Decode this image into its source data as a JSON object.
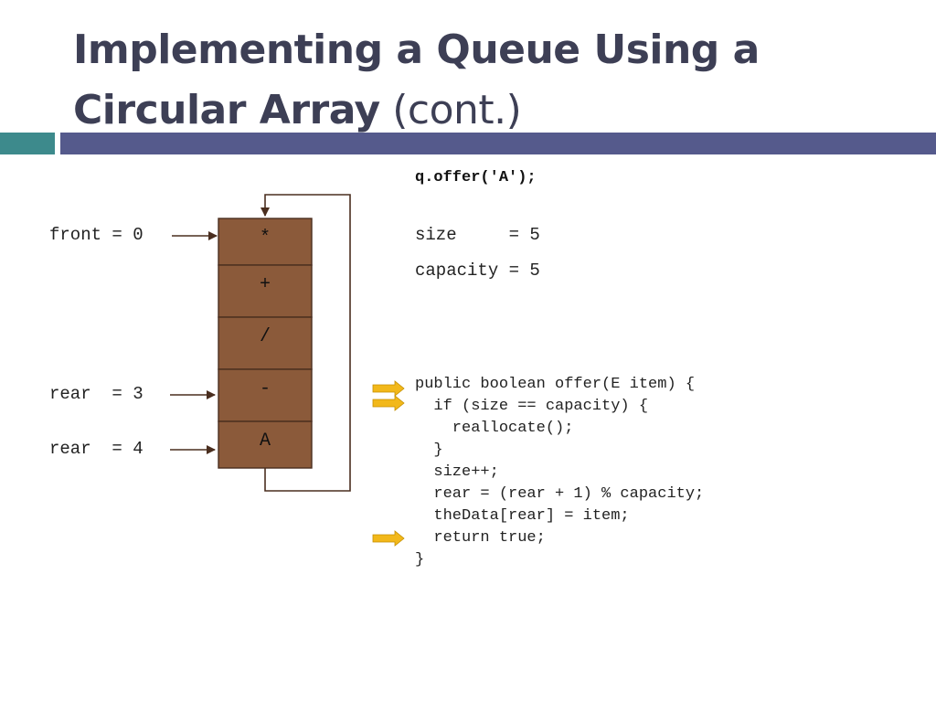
{
  "slide": {
    "title_bold_line1": "Implementing a Queue Using a",
    "title_bold_line2": "Circular Array",
    "title_suffix": " (cont.)",
    "teal": "#3d8a8c",
    "purple": "#555a8c"
  },
  "diagram": {
    "cells": [
      "*",
      "+",
      "/",
      "-",
      "A"
    ],
    "cell_color": "#8b5a3a",
    "pointer_labels": {
      "front": "front = 0",
      "rear_old": "rear  = 3",
      "rear_new": "rear  = 4"
    }
  },
  "operation": "q.offer('A');",
  "state": {
    "size": "size     = 5",
    "capacity": "capacity = 5"
  },
  "code": [
    "public boolean offer(E item) {",
    "  if (size == capacity) {",
    "    reallocate();",
    "  }",
    "  size++;",
    "  rear = (rear + 1) % capacity;",
    "  theData[rear] = item;",
    "  return true;",
    "}"
  ],
  "highlight_color": "#f2b81a"
}
